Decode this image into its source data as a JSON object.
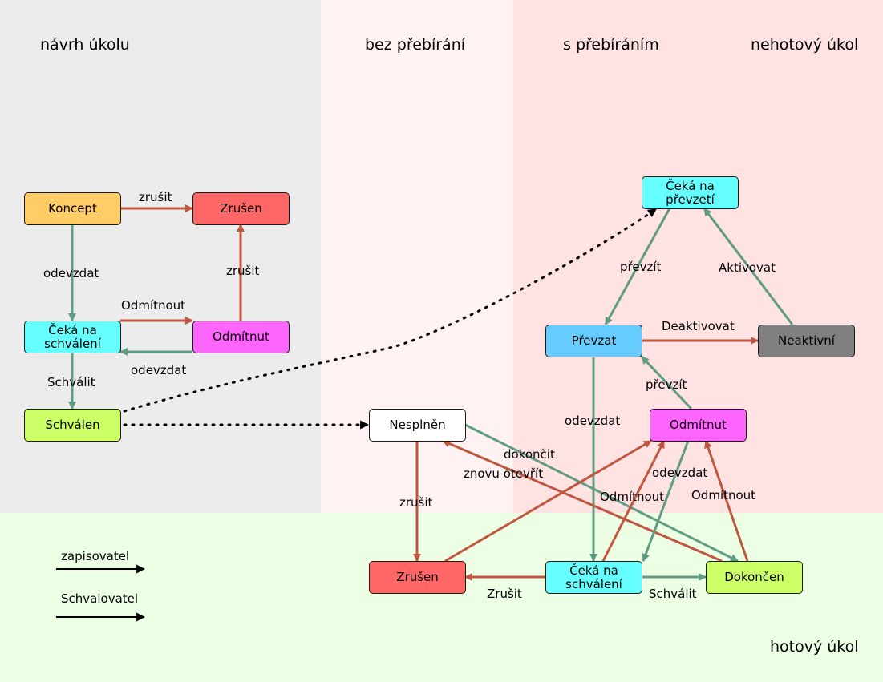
{
  "colors": {
    "draft_region": "#ececec",
    "no_takeover_region": "#fff2f2",
    "takeover_region": "#ffe3e3",
    "done_region": "#ecffe4",
    "writer_arrow": "#c0563f",
    "approver_arrow": "#5f9c82",
    "node_concept": "#ffcc66",
    "node_cancelled": "#ff6666",
    "node_waiting": "#66ffff",
    "node_rejected": "#ff66ff",
    "node_approved": "#ccff66",
    "node_unfinished": "#ffffff",
    "node_taken": "#66ccff",
    "node_inactive": "#808080",
    "node_done": "#ccff66"
  },
  "headings": {
    "draft": "návrh úkolu",
    "no_takeover": "bez přebírání",
    "takeover": "s přebíráním",
    "unfinished": "nehotový úkol",
    "finished": "hotový úkol"
  },
  "nodes": {
    "koncept": "Koncept",
    "zrusen_top": "Zrušen",
    "ceka_schvaleni_left": "Čeká na\nschválení",
    "odmitnut_left": "Odmítnut",
    "schvalen": "Schválen",
    "ceka_prevzeti": "Čeká na\npřevzetí",
    "prevzat": "Převzat",
    "neaktivni": "Neaktivní",
    "nesplnen": "Nesplněn",
    "odmitnut_right": "Odmítnut",
    "zrusen_bottom": "Zrušen",
    "ceka_schvaleni_bottom": "Čeká na\nschválení",
    "dokoncen": "Dokončen"
  },
  "edge_labels": {
    "koncept_zrusit": "zrušit",
    "koncept_odevzdat": "odevzdat",
    "odmitnout_left": "Odmítnout",
    "odmitnut_zrusit": "zrušit",
    "odevzdat_left": "odevzdat",
    "schvalit_left": "Schválit",
    "prevzit_top": "převzít",
    "aktivovat": "Aktivovat",
    "deaktivovat": "Deaktivovat",
    "prevzit_right": "převzít",
    "odevzdat_prevzat": "odevzdat",
    "dokoncit": "dokončit",
    "znovu_otevrit": "znovu otevřít",
    "nesplnen_zrusit": "zrušit",
    "odevzdat_right": "odevzdat",
    "odmitnout_mid": "Odmítnout",
    "odmitnout_right": "Odmítnout",
    "zrusit_bottom": "Zrušit",
    "schvalit_bottom": "Schválit"
  },
  "legend": {
    "writer": "zapisovatel",
    "approver": "Schvalovatel"
  }
}
